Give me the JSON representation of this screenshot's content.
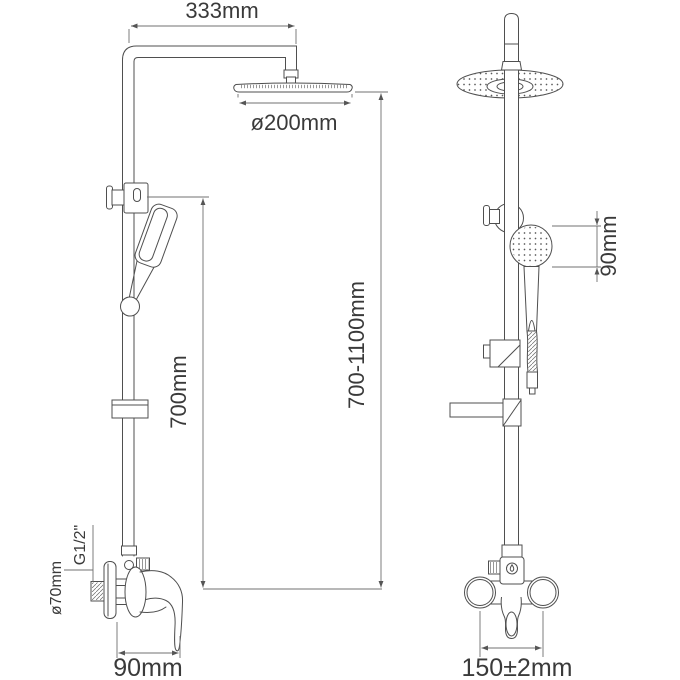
{
  "colors": {
    "background": "#ffffff",
    "line": "#4f4f4f",
    "dimension_line": "#707070",
    "text": "#3a3a3a"
  },
  "labels": {
    "arm_width": "333mm",
    "rain_head_diameter": "ø200mm",
    "slide_bar_height": "700mm",
    "overall_height": "700-1100mm",
    "hand_shower_diameter": "90mm",
    "mixer_depth": "90mm",
    "connection_thread": "G1/2\"",
    "escutcheon_diameter": "ø70mm",
    "inlet_spacing": "150±2mm"
  }
}
